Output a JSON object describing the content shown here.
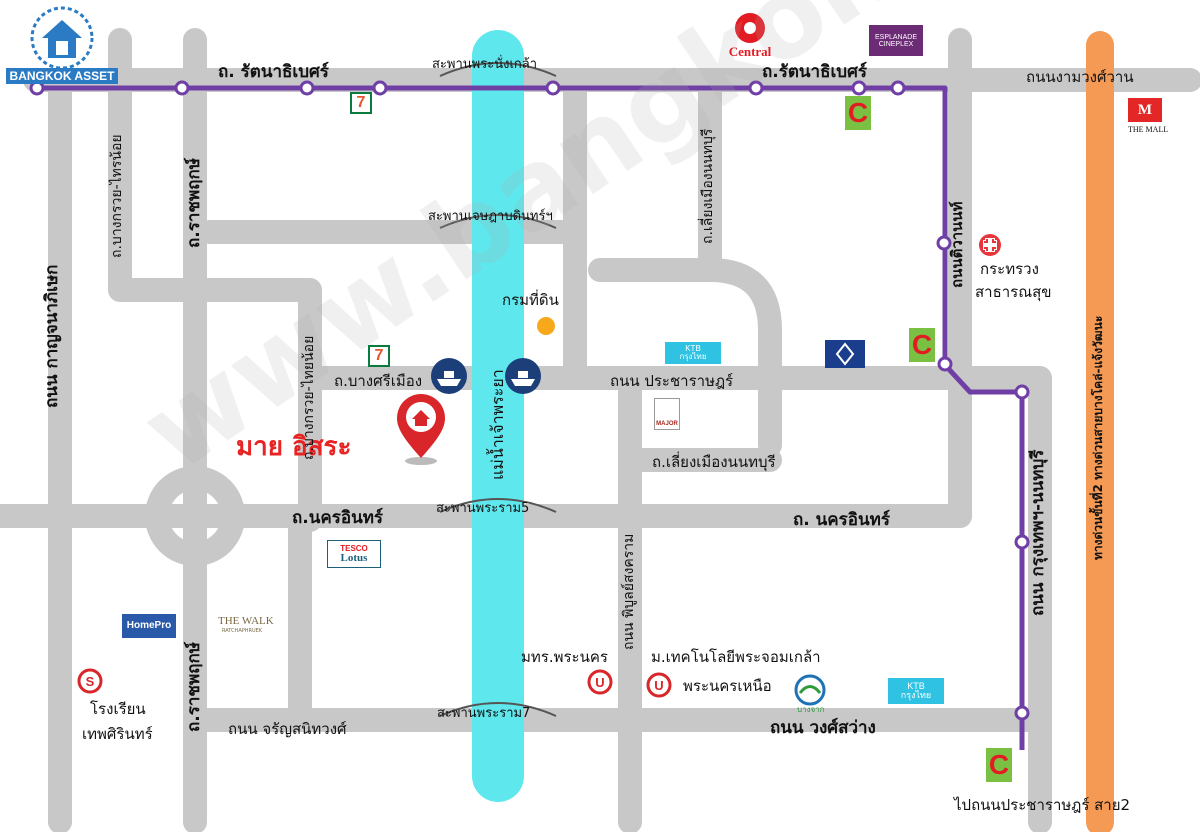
{
  "brand": {
    "name": "BANGKOK ASSET"
  },
  "watermark": "www.bangkokassets.com",
  "colors": {
    "road": "#c8c8c8",
    "river": "#5ee7ec",
    "purple_line": "#6f3fa6",
    "expressway": "#f59a55",
    "pin": "#d9262a",
    "title_red": "#e82323"
  },
  "project": {
    "name": "มาย อิสระ"
  },
  "river": {
    "name": "แม่น้ำเจ้าพระยา"
  },
  "bridges": {
    "pinklao": "สะพานพระนั่งเกล้า",
    "jetsada": "สะพานเจษฎาบดินทร์ฯ",
    "rama5": "สะพานพระราม5",
    "rama7": "สะพานพระราม7"
  },
  "roads": {
    "rattanathibet_w": "ถ. รัตนาธิเบศร์",
    "rattanathibet_e": "ถ.รัตนาธิเบศร์",
    "ngamwongwan": "ถนนงามวงศ์วาน",
    "kanchanaphisek": "ถนน กาญจนาภิเษก",
    "bang_kruai_sai_noi": "ถ.บางกรวย-ไทรน้อย",
    "ratchaphruek_n": "ถ.ราชพฤกษ์",
    "ratchaphruek_s": "ถ.ราชพฤกษ์",
    "bang_kruai_sai_noi_2": "ถ.บางกรวย-ไทยน้อย",
    "bang_si_mueang": "ถ.บางศรีเมือง",
    "prachaorat": "ถนน ประชาราษฎร์",
    "liang_mueang_n": "ถ.เลี่ยงเมืองนนทบุรี",
    "liang_mueang_s": "ถ.เลี่ยงเมืองนนทบุรี",
    "nakhon_in_w": "ถ.นครอินทร์",
    "nakhon_in_e": "ถ. นครอินทร์",
    "tiwanon": "ถนนติวานนท์",
    "krungthep_nonthaburi": "ถนน กรุงเทพฯ-นนทบุรี",
    "phibun_songkhram": "ถนน พิบูลย์สงคราม",
    "charansanitwong": "ถนน จรัญสนิทวงศ์",
    "wong_sawang": "ถนน วงศ์สว่าง",
    "expressway": "ทางด่วนขั้นที่2 ทางด่วนสายบางโคล่-แจ้งวัฒนะ",
    "to_prachaorat_2": "ไปถนนประชาราษฎร์ สาย2"
  },
  "places": {
    "land_dept": "กรมที่ดิน",
    "ministry_line1": "กระทรวง",
    "ministry_line2": "สาธารณสุข",
    "rmutp": "มทร.พระนคร",
    "kmutnb_line1": "ม.เทคโนโลยีพระจอมเกล้า",
    "kmutnb_line2": "พระนครเหนือ",
    "school_line1": "โรงเรียน",
    "school_line2": "เทพศิรินทร์"
  },
  "logos": {
    "central": "Central",
    "esplanade_1": "ESPLANADE",
    "esplanade_2": "CINEPLEX",
    "the_mall": "THE MALL",
    "seven_eleven": "7",
    "big_c": "C",
    "ktb_1": "KTB",
    "ktb_2": "กรุงไทย",
    "major": "MAJOR",
    "tesco_1": "TESCO",
    "tesco_2": "Lotus",
    "homepro": "HomePro",
    "the_walk": "THE WALK",
    "the_walk_sub": "RATCHAPHRUEK",
    "bangchak": "บางจาก",
    "school_s": "S",
    "uni_u": "U"
  }
}
